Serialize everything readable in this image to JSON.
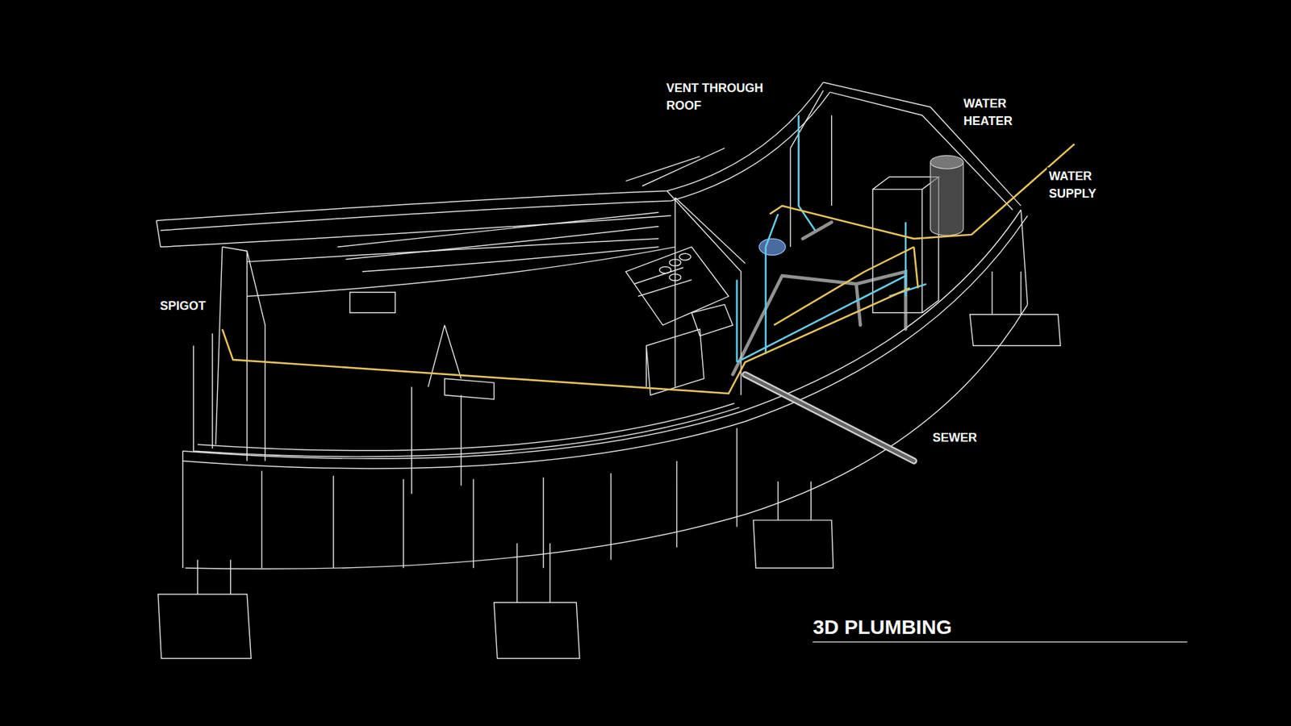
{
  "diagram": {
    "title": "3D PLUMBING",
    "labels": [
      "VENT THROUGH ROOF",
      "WATER HEATER",
      "WATER SUPPLY",
      "SPIGOT",
      "SEWER"
    ]
  }
}
